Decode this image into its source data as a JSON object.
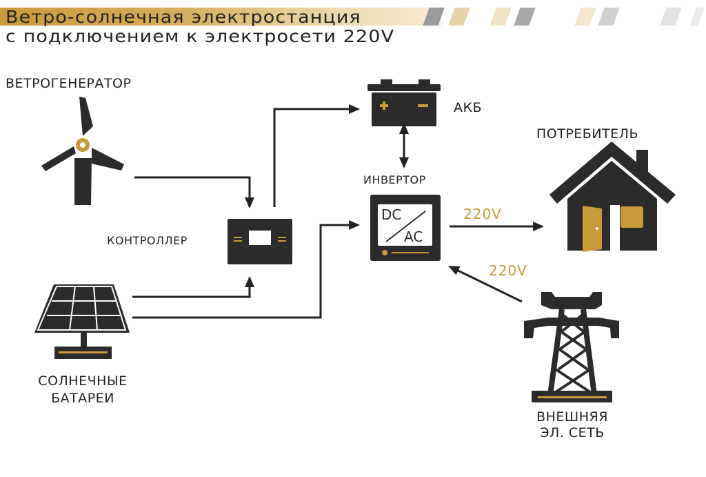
{
  "header": {
    "title_line1": "Ветро-солнечная электростанция",
    "title_line2": "с подключением к электросети 220V"
  },
  "components": {
    "wind_generator": "ВЕТРОГЕНЕРАТОР",
    "battery": "АКБ",
    "inverter": "ИНВЕРТОР",
    "inverter_dc": "DC",
    "inverter_ac": "AC",
    "controller": "КОНТРОЛЛЕР",
    "consumer": "ПОТРЕБИТЕЛЬ",
    "solar_line1": "СОЛНЕЧНЫЕ",
    "solar_line2": "БАТАРЕИ",
    "grid_line1": "ВНЕШНЯЯ",
    "grid_line2": "ЭЛ. СЕТЬ"
  },
  "connections": {
    "inverter_to_consumer_voltage": "220V",
    "grid_to_inverter_voltage": "220V"
  },
  "colors": {
    "accent": "#c99a3a",
    "dark": "#2b2b2b"
  }
}
